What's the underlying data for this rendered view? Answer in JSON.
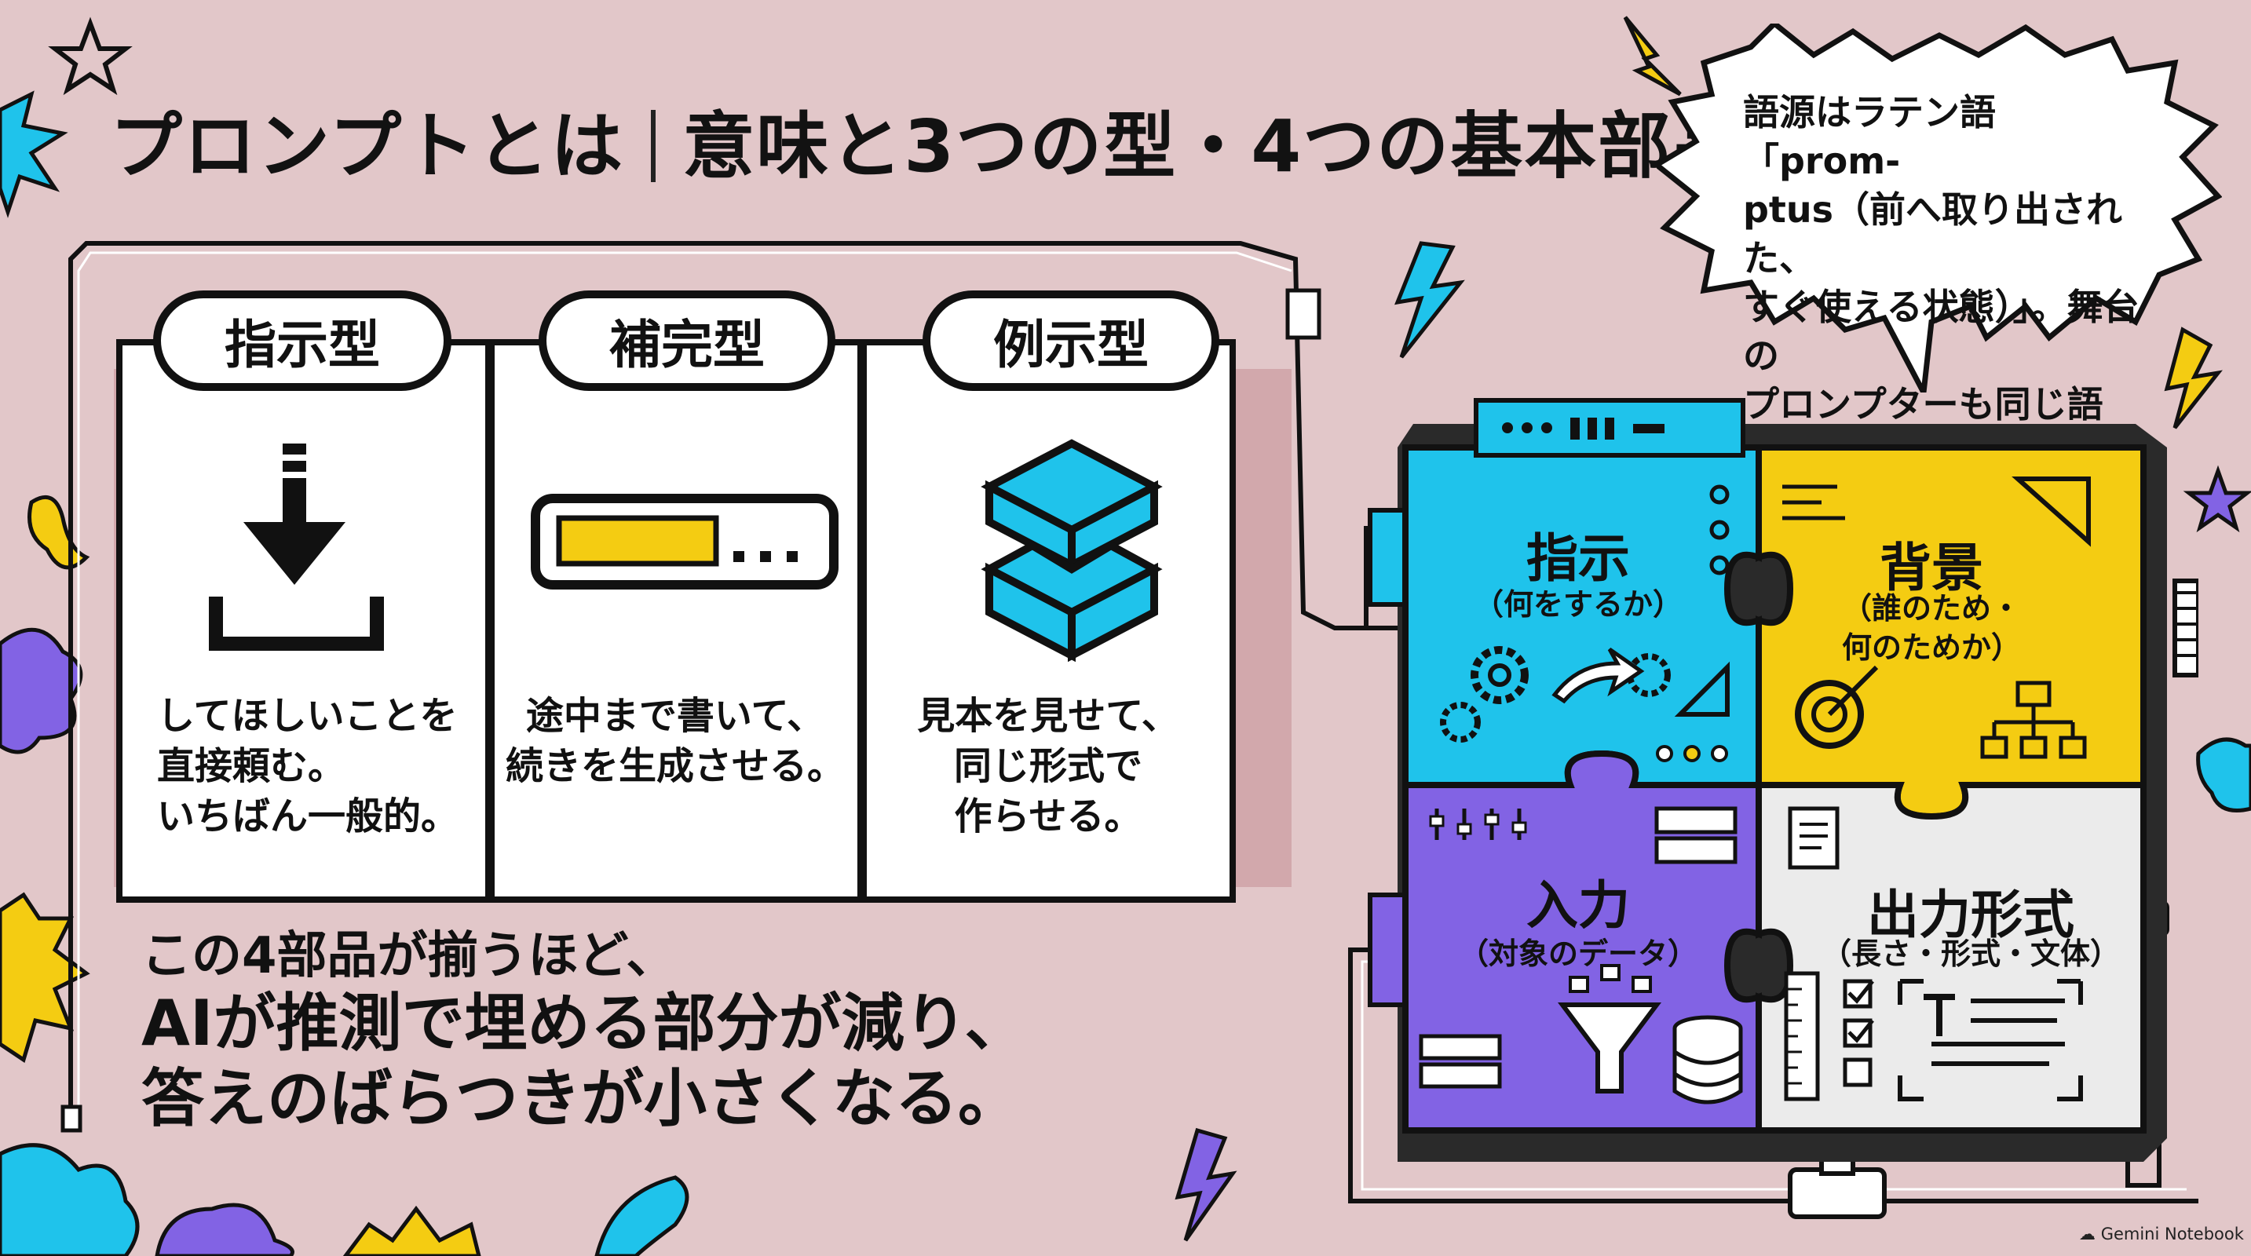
{
  "title": {
    "main": "プロンプトとは",
    "sub": "意味と3つの型・4つの基本部品"
  },
  "types": [
    {
      "label": "指示型",
      "desc": "してほしいことを\n直接頼む。\nいちばん一般的。",
      "icon": "download-arrow-icon"
    },
    {
      "label": "補完型",
      "desc": "途中まで書いて、\n続きを生成させる。",
      "icon": "progress-fill-icon"
    },
    {
      "label": "例示型",
      "desc": "見本を見せて、\n同じ形式で\n作らせる。",
      "icon": "stacked-cubes-icon"
    }
  ],
  "summary": {
    "line1": "この4部品が揃うほど、",
    "line2": "AIが推測で埋める部分が減り、",
    "line3": "答えのばらつきが小さくなる。"
  },
  "etymology": "語源はラテン語「prom-\nptus（前へ取り出された、\nすぐ使える状態）」。舞台の\nプロンプターも同じ語源。",
  "parts": [
    {
      "title": "指示",
      "sub": "（何をするか）",
      "color": "#1fc3eb"
    },
    {
      "title": "背景",
      "sub": "（誰のため・\n何のためか）",
      "color": "#f4cc12"
    },
    {
      "title": "入力",
      "sub": "（対象のデータ）",
      "color": "#8263e4"
    },
    {
      "title": "出力形式",
      "sub": "（長さ・形式・文体）",
      "color": "#ebebeb"
    }
  ],
  "footer": "Gemini Notebook",
  "colors": {
    "background": "#e2c7c9",
    "cyan": "#1fc3eb",
    "yellow": "#f4cc12",
    "purple": "#8263e4",
    "ink": "#111111"
  }
}
